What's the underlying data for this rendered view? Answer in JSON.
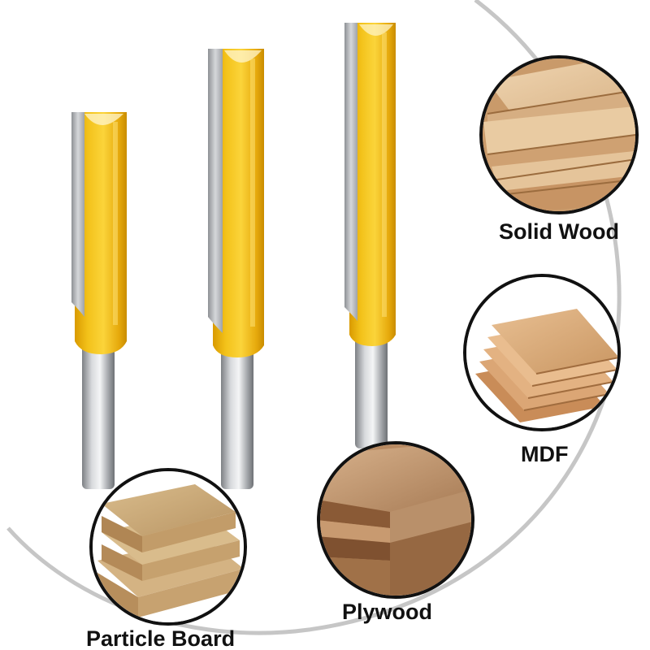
{
  "materials": {
    "solid_wood": "Solid Wood",
    "mdf": "MDF",
    "plywood": "Plywood",
    "particle_board": "Particle Board"
  }
}
